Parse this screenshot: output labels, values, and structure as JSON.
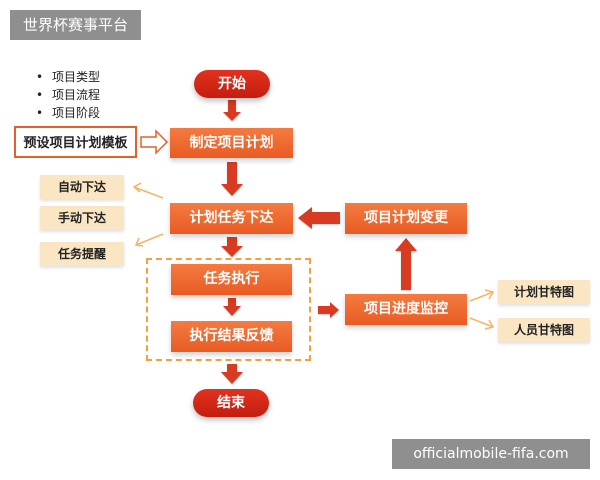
{
  "site_label": "世界杯赛事平台",
  "watermark": "officialmobile-fifa.com",
  "bullets": [
    "项目类型",
    "项目流程",
    "项目阶段"
  ],
  "bullet_symbol": "•",
  "nodes": {
    "start": "开始",
    "plan": "制定项目计划",
    "template": "预设项目计划模板",
    "assign": "计划任务下达",
    "execute": "任务执行",
    "feedback": "执行结果反馈",
    "change": "项目计划变更",
    "monitor": "项目进度监控",
    "end": "结束"
  },
  "notes": {
    "auto": "自动下达",
    "manual": "手动下达",
    "remind": "任务提醒",
    "gantt_plan": "计划甘特图",
    "gantt_staff": "人员甘特图"
  },
  "colors": {
    "terminal": "#d3281a",
    "process": "#ee6a2e",
    "arrow": "#d93a23",
    "note_bg": "#fbe6c4",
    "dashed": "#f0a33a",
    "label_bg": "#8f8f8f"
  }
}
